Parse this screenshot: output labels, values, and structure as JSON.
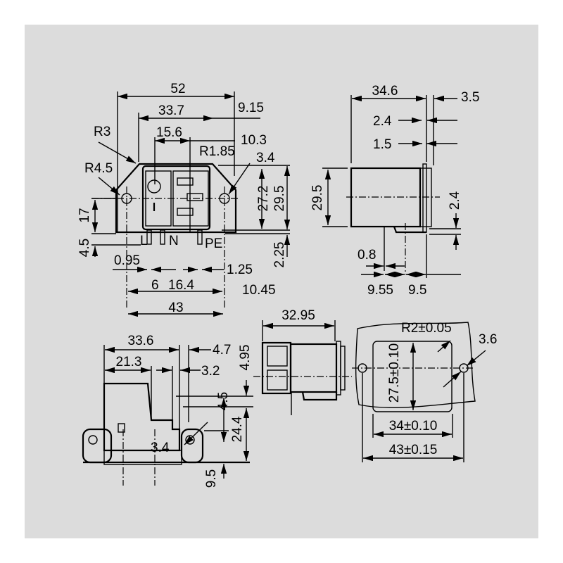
{
  "front_view": {
    "width_total": "52",
    "width_body": "33.7",
    "offset_right": "9.15",
    "switch_offset": "15.6",
    "offset_pin": "10.3",
    "radius_corner": "R1.85",
    "hole_dia": "3.4",
    "radius_top": "R3",
    "radius_side": "R4.5",
    "height_hole": "17",
    "height_bottom": "4.5",
    "pin_width": "0.95",
    "pin_gap": "1.25",
    "pitch_ln": "6",
    "pitch_npe": "16.4",
    "offset_pe": "10.45",
    "hole_spacing": "43",
    "height_inner": "27.2",
    "height_outer": "29.5",
    "height_flange": "2.25",
    "pin_labels": [
      "L",
      "N",
      "PE"
    ]
  },
  "side_view": {
    "depth": "34.6",
    "flange_total": "3.5",
    "flange_a": "2.4",
    "flange_b": "1.5",
    "height": "29.5",
    "bracket_offset": "2.4",
    "pin_thickness": "0.8",
    "pin_offset_a": "9.55",
    "pin_offset_b": "9.5"
  },
  "bottom_view": {
    "length": "33.6",
    "offset_a": "4.7",
    "length_inner": "21.3",
    "offset_b": "3.2",
    "offset_c": "4.95",
    "height_a": "4.5",
    "height_b": "24.4",
    "hole_dia": "3.4",
    "height_c": "9.5"
  },
  "top_view": {
    "depth": "32.95"
  },
  "panel_cutout": {
    "corner_radius": "R2±0.05",
    "hole_dia": "3.6",
    "height": "27.5±0.10",
    "width": "34±0.10",
    "hole_spacing": "43±0.15"
  }
}
